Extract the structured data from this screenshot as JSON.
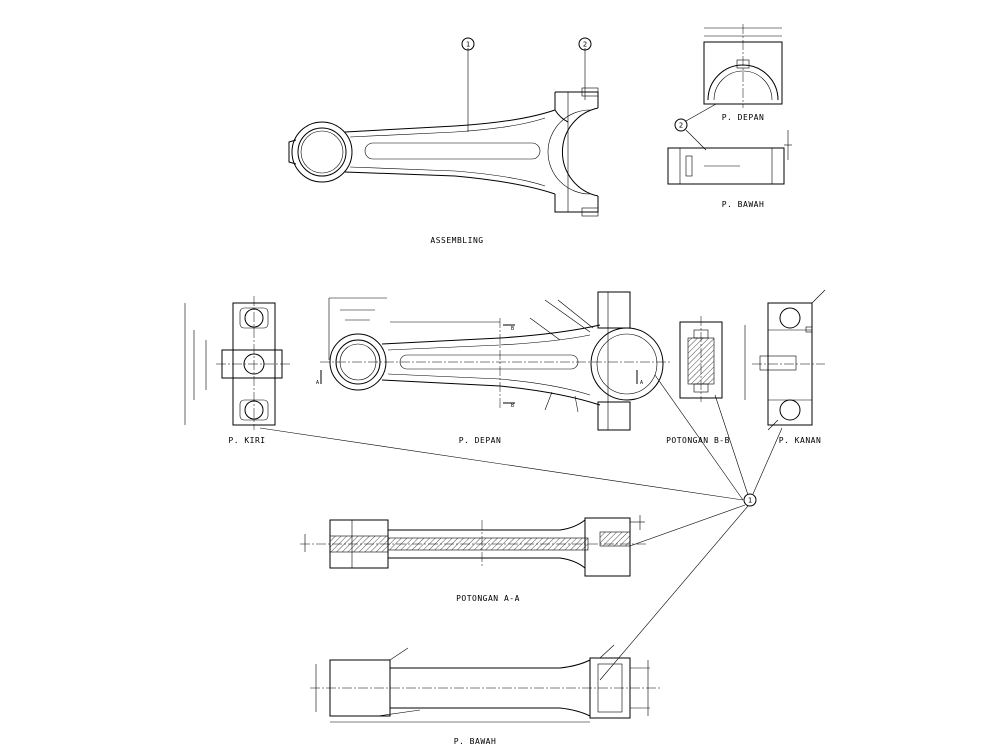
{
  "views": {
    "assembly": "ASSEMBLING",
    "top_front": "P. DEPAN",
    "top_bottom": "P. BAWAH",
    "left": "P. KIRI",
    "front": "P. DEPAN",
    "section_bb": "POTONGAN B-B",
    "right": "P. KANAN",
    "section_aa": "POTONGAN A-A",
    "bottom": "P. BAWAH"
  },
  "balloons": {
    "part1": "1",
    "part2": "2",
    "part2_b": "2",
    "part1_main": "1"
  },
  "section_marks": {
    "b_top": "B",
    "b_bottom": "B",
    "a_left": "A",
    "a_right": "A"
  }
}
